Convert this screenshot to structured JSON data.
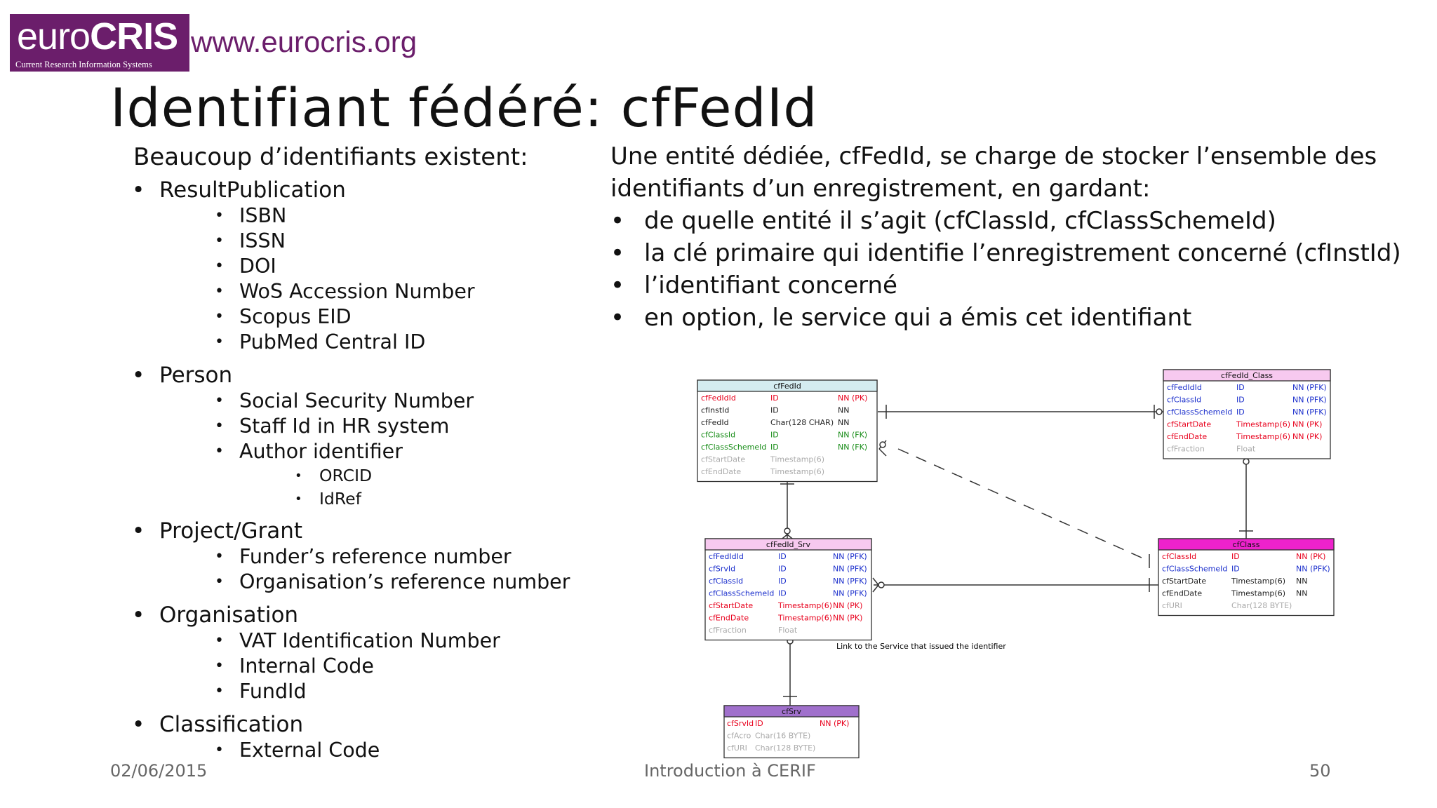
{
  "brand": {
    "logo_part1": "euro",
    "logo_part2": "CRIS",
    "logo_tagline": "Current Research Information Systems",
    "url": "www.eurocris.org",
    "color": "#6b1e6b"
  },
  "title": "Identifiant fédéré: cfFedId",
  "left": {
    "heading": "Beaucoup d’identifiants existent:",
    "groups": [
      {
        "label": "ResultPublication",
        "items": [
          "ISBN",
          "ISSN",
          "DOI",
          "WoS Accession Number",
          "Scopus EID",
          "PubMed Central ID"
        ]
      },
      {
        "label": "Person",
        "items": [
          "Social Security Number",
          "Staff Id in HR system",
          "Author identifier"
        ],
        "subitems": [
          "ORCID",
          "IdRef"
        ]
      },
      {
        "label": "Project/Grant",
        "items": [
          "Funder’s reference number",
          "Organisation’s reference number"
        ]
      },
      {
        "label": "Organisation",
        "items": [
          "VAT Identification Number",
          "Internal Code",
          "FundId"
        ]
      },
      {
        "label": "Classification",
        "items": [
          "External Code"
        ]
      }
    ]
  },
  "right": {
    "intro": "Une entité dédiée, cfFedId, se charge de stocker l’ensemble des identifiants d’un enregistrement, en gardant:",
    "bullets": [
      "de quelle entité il s’agit (cfClassId, cfClassSchemeId)",
      "la clé primaire qui identifie l’enregistrement concerné (cfInstId)",
      "l’identifiant concerné",
      "en option, le service qui a émis cet identifiant"
    ]
  },
  "diagram": {
    "colors": {
      "pk": "#e8001c",
      "fk": "#1a2ecc",
      "attr": "#222222",
      "fk_green": "#168c16",
      "optional": "#aaaaaa"
    },
    "link_note": "Link to the Service that issued the identifier",
    "entities": [
      {
        "key": "fedid",
        "name": "cfFedId",
        "header_color": "#d4ecf0",
        "rows": [
          {
            "n": "cfFedIdId",
            "t": "ID",
            "c": "NN (PK)",
            "s": "pk"
          },
          {
            "n": "cfInstId",
            "t": "ID",
            "c": "NN",
            "s": "attr"
          },
          {
            "n": "cfFedId",
            "t": "Char(128 CHAR)",
            "c": "NN",
            "s": "attr"
          },
          {
            "n": "cfClassId",
            "t": "ID",
            "c": "NN (FK)",
            "s": "fk_green"
          },
          {
            "n": "cfClassSchemeId",
            "t": "ID",
            "c": "NN (FK)",
            "s": "fk_green"
          },
          {
            "n": "cfStartDate",
            "t": "Timestamp(6)",
            "c": "",
            "s": "optional"
          },
          {
            "n": "cfEndDate",
            "t": "Timestamp(6)",
            "c": "",
            "s": "optional"
          }
        ]
      },
      {
        "key": "fedidclass",
        "name": "cfFedId_Class",
        "header_color": "#f7c9ef",
        "rows": [
          {
            "n": "cfFedIdId",
            "t": "ID",
            "c": "NN (PFK)",
            "s": "fk"
          },
          {
            "n": "cfClassId",
            "t": "ID",
            "c": "NN (PFK)",
            "s": "fk"
          },
          {
            "n": "cfClassSchemeId",
            "t": "ID",
            "c": "NN (PFK)",
            "s": "fk"
          },
          {
            "n": "cfStartDate",
            "t": "Timestamp(6)",
            "c": "NN (PK)",
            "s": "pk"
          },
          {
            "n": "cfEndDate",
            "t": "Timestamp(6)",
            "c": "NN (PK)",
            "s": "pk"
          },
          {
            "n": "cfFraction",
            "t": "Float",
            "c": "",
            "s": "optional"
          }
        ]
      },
      {
        "key": "fedidsrv",
        "name": "cfFedId_Srv",
        "header_color": "#f7c9ef",
        "rows": [
          {
            "n": "cfFedIdId",
            "t": "ID",
            "c": "NN (PFK)",
            "s": "fk"
          },
          {
            "n": "cfSrvId",
            "t": "ID",
            "c": "NN (PFK)",
            "s": "fk"
          },
          {
            "n": "cfClassId",
            "t": "ID",
            "c": "NN (PFK)",
            "s": "fk"
          },
          {
            "n": "cfClassSchemeId",
            "t": "ID",
            "c": "NN (PFK)",
            "s": "fk"
          },
          {
            "n": "cfStartDate",
            "t": "Timestamp(6)",
            "c": "NN (PK)",
            "s": "pk"
          },
          {
            "n": "cfEndDate",
            "t": "Timestamp(6)",
            "c": "NN (PK)",
            "s": "pk"
          },
          {
            "n": "cfFraction",
            "t": "Float",
            "c": "",
            "s": "optional"
          }
        ]
      },
      {
        "key": "class",
        "name": "cfClass",
        "header_color": "#ee22cc",
        "rows": [
          {
            "n": "cfClassId",
            "t": "ID",
            "c": "NN (PK)",
            "s": "pk"
          },
          {
            "n": "cfClassSchemeId",
            "t": "ID",
            "c": "NN (PFK)",
            "s": "fk"
          },
          {
            "n": "cfStartDate",
            "t": "Timestamp(6)",
            "c": "NN",
            "s": "attr"
          },
          {
            "n": "cfEndDate",
            "t": "Timestamp(6)",
            "c": "NN",
            "s": "attr"
          },
          {
            "n": "cfURI",
            "t": "Char(128 BYTE)",
            "c": "",
            "s": "optional"
          }
        ]
      },
      {
        "key": "srv",
        "name": "cfSrv",
        "header_color": "#a070cc",
        "rows": [
          {
            "n": "cfSrvId",
            "t": "ID",
            "c": "NN (PK)",
            "s": "pk"
          },
          {
            "n": "cfAcro",
            "t": "Char(16 BYTE)",
            "c": "",
            "s": "optional"
          },
          {
            "n": "cfURI",
            "t": "Char(128 BYTE)",
            "c": "",
            "s": "optional"
          }
        ]
      }
    ]
  },
  "footer": {
    "date": "02/06/2015",
    "center": "Introduction à CERIF",
    "page": "50"
  }
}
